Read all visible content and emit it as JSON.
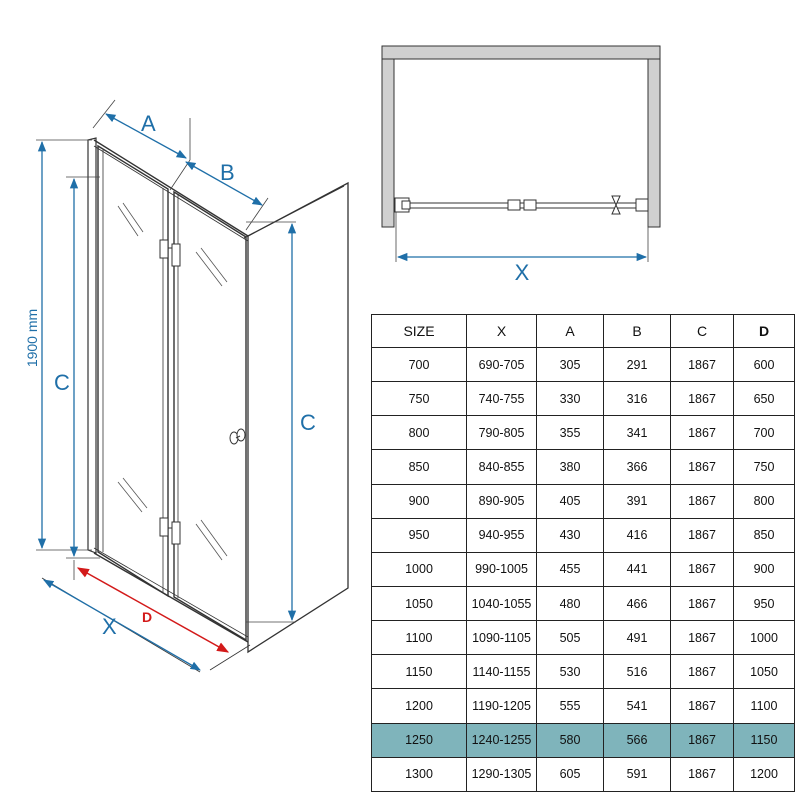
{
  "diagram": {
    "label_a": "A",
    "label_b": "B",
    "label_c_left": "C",
    "label_c_right": "C",
    "label_x_front": "X",
    "label_d": "D",
    "label_height": "1900 mm",
    "label_x_top": "X"
  },
  "colors": {
    "dimension": "#1f6fa8",
    "d_arrow": "#d31a1a",
    "highlight_row": "#7fb4bb"
  },
  "table": {
    "headers": [
      "SIZE",
      "X",
      "A",
      "B",
      "C",
      "D"
    ],
    "bold_header": "D",
    "highlight_size": "1250",
    "rows": [
      [
        "700",
        "690-705",
        "305",
        "291",
        "1867",
        "600"
      ],
      [
        "750",
        "740-755",
        "330",
        "316",
        "1867",
        "650"
      ],
      [
        "800",
        "790-805",
        "355",
        "341",
        "1867",
        "700"
      ],
      [
        "850",
        "840-855",
        "380",
        "366",
        "1867",
        "750"
      ],
      [
        "900",
        "890-905",
        "405",
        "391",
        "1867",
        "800"
      ],
      [
        "950",
        "940-955",
        "430",
        "416",
        "1867",
        "850"
      ],
      [
        "1000",
        "990-1005",
        "455",
        "441",
        "1867",
        "900"
      ],
      [
        "1050",
        "1040-1055",
        "480",
        "466",
        "1867",
        "950"
      ],
      [
        "1100",
        "1090-1105",
        "505",
        "491",
        "1867",
        "1000"
      ],
      [
        "1150",
        "1140-1155",
        "530",
        "516",
        "1867",
        "1050"
      ],
      [
        "1200",
        "1190-1205",
        "555",
        "541",
        "1867",
        "1100"
      ],
      [
        "1250",
        "1240-1255",
        "580",
        "566",
        "1867",
        "1150"
      ],
      [
        "1300",
        "1290-1305",
        "605",
        "591",
        "1867",
        "1200"
      ]
    ]
  }
}
